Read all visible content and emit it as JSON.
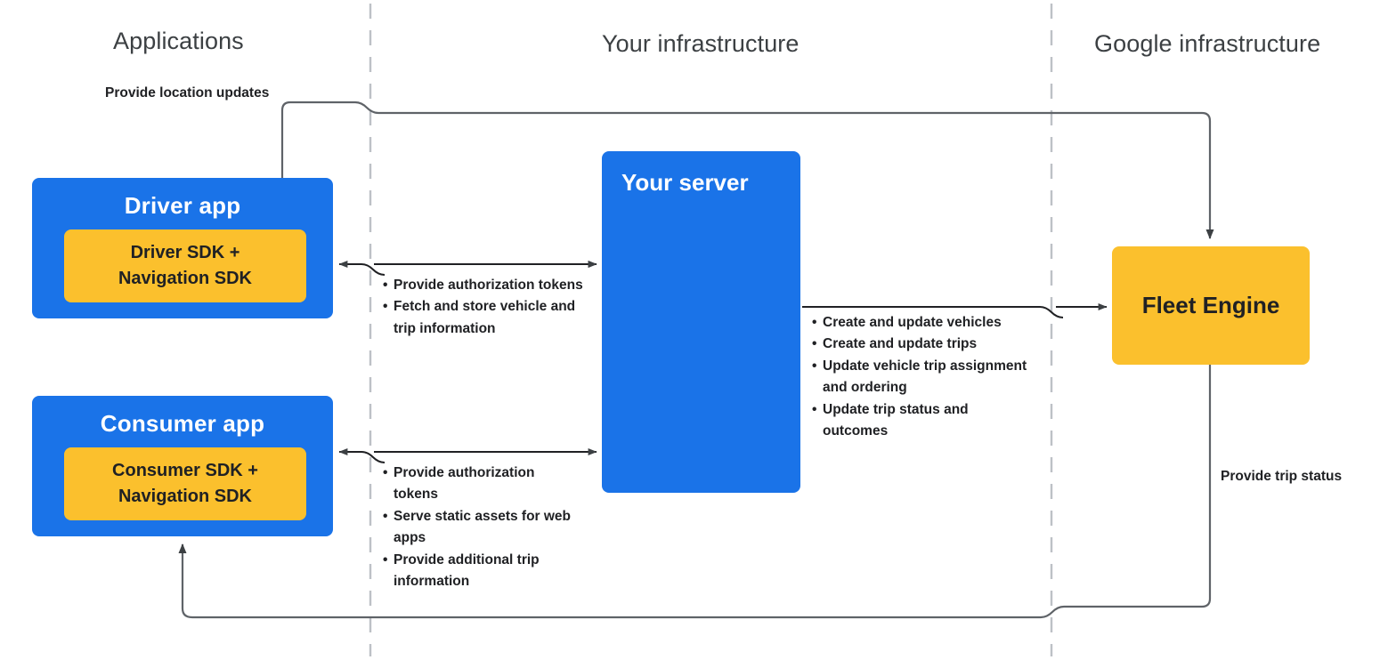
{
  "columns": [
    {
      "id": "applications",
      "label": "Applications"
    },
    {
      "id": "your-infrastructure",
      "label": "Your infrastructure"
    },
    {
      "id": "google-infrastructure",
      "label": "Google infrastructure"
    }
  ],
  "nodes": {
    "driver_app": {
      "title": "Driver app",
      "sdk": "Driver SDK +\nNavigation SDK",
      "sdk_line1": "Driver SDK +",
      "sdk_line2": "Navigation SDK"
    },
    "consumer_app": {
      "title": "Consumer app",
      "sdk_line1": "Consumer SDK +",
      "sdk_line2": "Navigation SDK"
    },
    "server": {
      "title": "Your server"
    },
    "fleet_engine": {
      "title": "Fleet Engine"
    }
  },
  "edges": {
    "location_updates": {
      "label": "Provide location updates"
    },
    "trip_status": {
      "label": "Provide trip status"
    },
    "driver_to_server": {
      "bullets": [
        "Provide authorization tokens",
        "Fetch and store vehicle and trip information"
      ]
    },
    "consumer_to_server": {
      "bullets": [
        "Provide authorization tokens",
        "Serve static assets for web apps",
        "Provide additional trip information"
      ]
    },
    "server_to_fleet": {
      "bullets": [
        "Create and update vehicles",
        "Create and update trips",
        "Update vehicle trip assignment and ordering",
        "Update trip status and outcomes"
      ]
    }
  },
  "colors": {
    "app_blue": "#1a73e8",
    "sdk_yellow": "#fbc02d",
    "fleet_yellow": "#fbc02d",
    "header_text": "#3c4043",
    "body_text": "#202124",
    "connector": "#3c4043",
    "divider": "#bdc1c6"
  }
}
